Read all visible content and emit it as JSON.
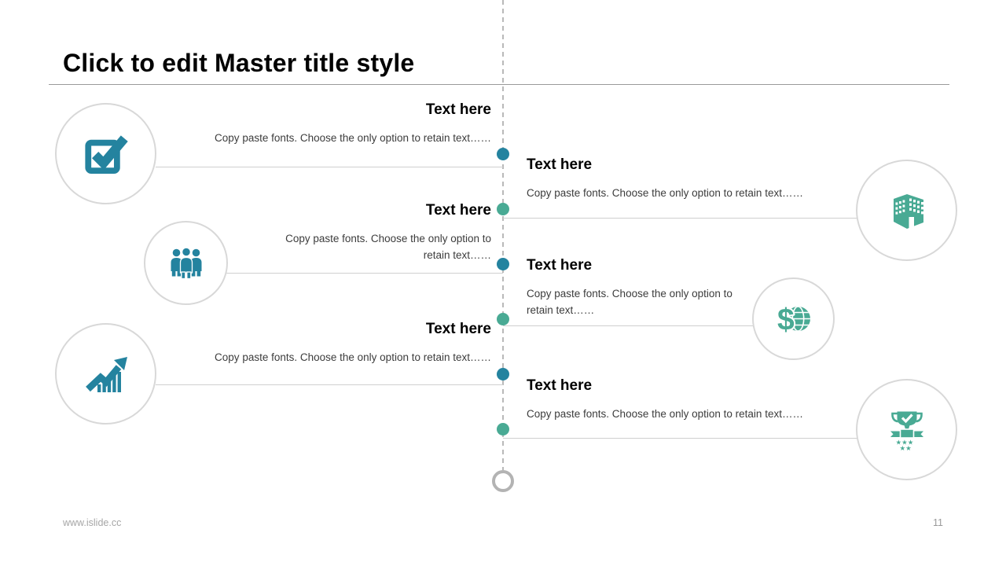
{
  "slide": {
    "title": "Click to edit Master title style",
    "footer_url": "www.islide.cc",
    "page_number": "11"
  },
  "timeline": {
    "items": [
      {
        "side": "left",
        "icon": "checkbox-icon",
        "heading": "Text here",
        "body": "Copy paste fonts. Choose the only option to retain text……"
      },
      {
        "side": "right",
        "icon": "building-icon",
        "heading": "Text here",
        "body": "Copy paste fonts. Choose the only option to retain text……"
      },
      {
        "side": "left",
        "icon": "team-icon",
        "heading": "Text here",
        "body": "Copy paste fonts. Choose the only option to retain text……"
      },
      {
        "side": "right",
        "icon": "dollar-globe-icon",
        "heading": "Text here",
        "body": "Copy paste fonts. Choose the only option to retain text……"
      },
      {
        "side": "left",
        "icon": "growth-chart-icon",
        "heading": "Text here",
        "body": "Copy paste fonts. Choose the only option to retain text……"
      },
      {
        "side": "right",
        "icon": "trophy-icon",
        "heading": "Text here",
        "body": "Copy paste fonts. Choose the only option to retain text……"
      }
    ],
    "colors": {
      "left_accent": "#24839f",
      "right_accent": "#49aa94",
      "connector_line": "#cfcfcf",
      "dashed_axis": "#b9b9b9",
      "circle_border": "#d8d8d8"
    }
  }
}
